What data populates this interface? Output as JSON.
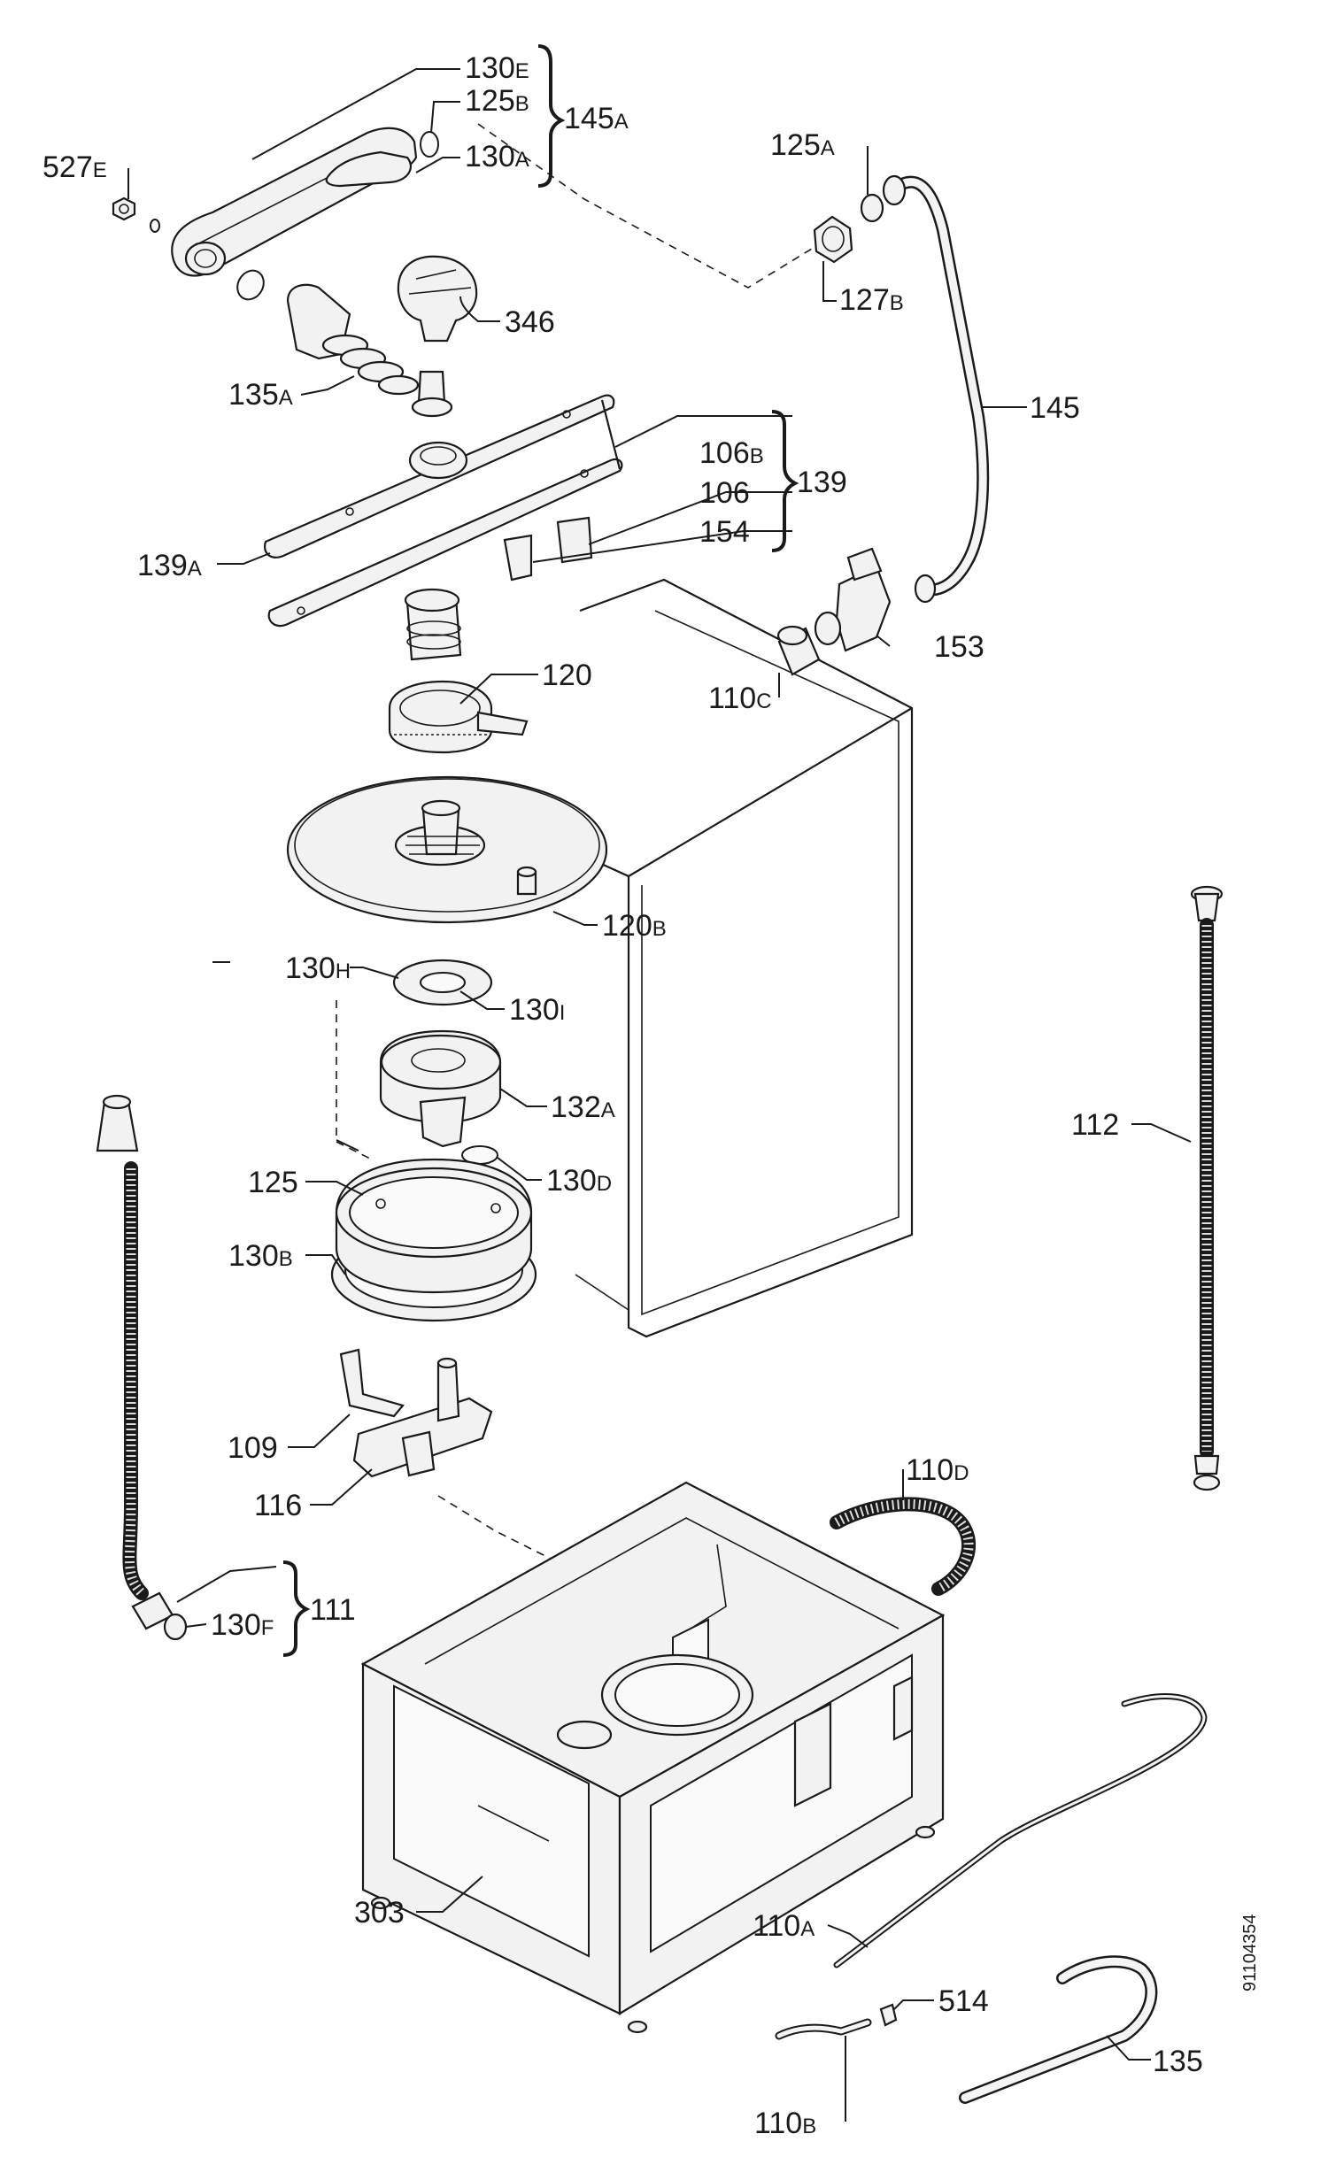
{
  "document_id": "91104354",
  "labels": [
    {
      "id": "130e",
      "main": "130",
      "suffix": "E"
    },
    {
      "id": "125b",
      "main": "125",
      "suffix": "B"
    },
    {
      "id": "145a",
      "main": "145",
      "suffix": "A"
    },
    {
      "id": "130a",
      "main": "130",
      "suffix": "A"
    },
    {
      "id": "527e",
      "main": "527",
      "suffix": "E"
    },
    {
      "id": "125a",
      "main": "125",
      "suffix": "A"
    },
    {
      "id": "127b",
      "main": "127",
      "suffix": "B"
    },
    {
      "id": "346",
      "main": "346",
      "suffix": ""
    },
    {
      "id": "135a",
      "main": "135",
      "suffix": "A"
    },
    {
      "id": "145",
      "main": "145",
      "suffix": ""
    },
    {
      "id": "106b",
      "main": "106",
      "suffix": "B"
    },
    {
      "id": "139",
      "main": "139",
      "suffix": ""
    },
    {
      "id": "106",
      "main": "106",
      "suffix": ""
    },
    {
      "id": "154",
      "main": "154",
      "suffix": ""
    },
    {
      "id": "139a",
      "main": "139",
      "suffix": "A"
    },
    {
      "id": "153",
      "main": "153",
      "suffix": ""
    },
    {
      "id": "120",
      "main": "120",
      "suffix": ""
    },
    {
      "id": "110c",
      "main": "110",
      "suffix": "C"
    },
    {
      "id": "120b",
      "main": "120",
      "suffix": "B"
    },
    {
      "id": "130h",
      "main": "130",
      "suffix": "H"
    },
    {
      "id": "130i",
      "main": "130",
      "suffix": "I"
    },
    {
      "id": "132a",
      "main": "132",
      "suffix": "A"
    },
    {
      "id": "112",
      "main": "112",
      "suffix": ""
    },
    {
      "id": "125",
      "main": "125",
      "suffix": ""
    },
    {
      "id": "130d",
      "main": "130",
      "suffix": "D"
    },
    {
      "id": "130b",
      "main": "130",
      "suffix": "B"
    },
    {
      "id": "109",
      "main": "109",
      "suffix": ""
    },
    {
      "id": "110d",
      "main": "110",
      "suffix": "D"
    },
    {
      "id": "116",
      "main": "116",
      "suffix": ""
    },
    {
      "id": "111",
      "main": "111",
      "suffix": ""
    },
    {
      "id": "130f",
      "main": "130",
      "suffix": "F"
    },
    {
      "id": "303",
      "main": "303",
      "suffix": ""
    },
    {
      "id": "110a",
      "main": "110",
      "suffix": "A"
    },
    {
      "id": "514",
      "main": "514",
      "suffix": ""
    },
    {
      "id": "135",
      "main": "135",
      "suffix": ""
    },
    {
      "id": "110b",
      "main": "110",
      "suffix": "B"
    }
  ]
}
